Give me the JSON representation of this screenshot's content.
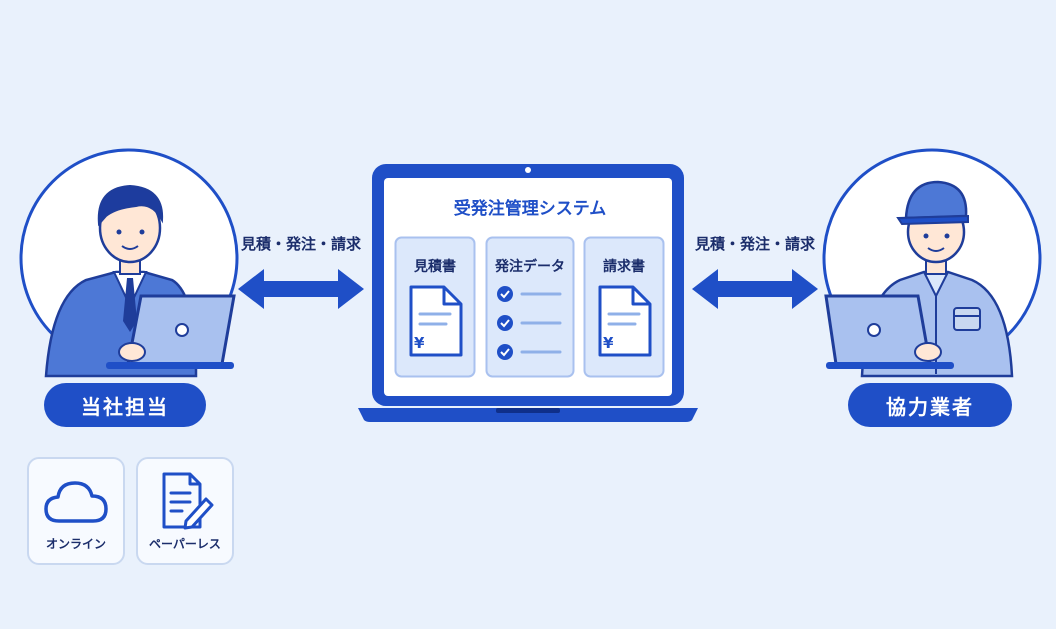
{
  "left_actor": {
    "label": "当社担当"
  },
  "right_actor": {
    "label": "協力業者"
  },
  "left_arrow": {
    "label": "見積・発注・請求"
  },
  "right_arrow": {
    "label": "見積・発注・請求"
  },
  "system": {
    "title": "受発注管理システム",
    "cards": [
      {
        "title": "見積書",
        "icon": "yen-document-icon",
        "yen": "¥"
      },
      {
        "title": "発注データ",
        "icon": "checklist-icon"
      },
      {
        "title": "請求書",
        "icon": "yen-document-icon",
        "yen": "¥"
      }
    ]
  },
  "badges": [
    {
      "label": "オンライン",
      "icon": "cloud-icon"
    },
    {
      "label": "ペーパーレス",
      "icon": "document-pen-icon"
    }
  ],
  "colors": {
    "accent": "#1f4fc7",
    "background": "#e9f1fc",
    "panel": "#dce8fb",
    "text_dark": "#1b2d6b"
  }
}
